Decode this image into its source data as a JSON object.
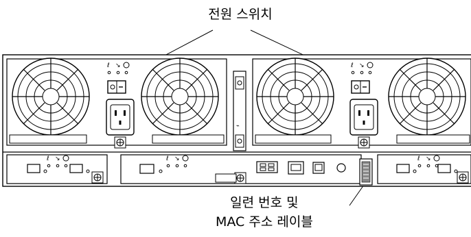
{
  "callouts": {
    "power_switch": "전원 스위치",
    "serial_line1": "일련 번호 및",
    "serial_line2": "MAC 주소 레이블"
  },
  "colors": {
    "line": "#000000",
    "chassis_fill": "#d6d6d6",
    "module_fill": "#ffffff"
  },
  "icons": [
    "fan-grille-icon",
    "power-switch-icon",
    "ac-power-inlet-icon",
    "ground-screw-icon",
    "status-led-icon",
    "ethernet-port-icon",
    "serial-label-icon"
  ]
}
